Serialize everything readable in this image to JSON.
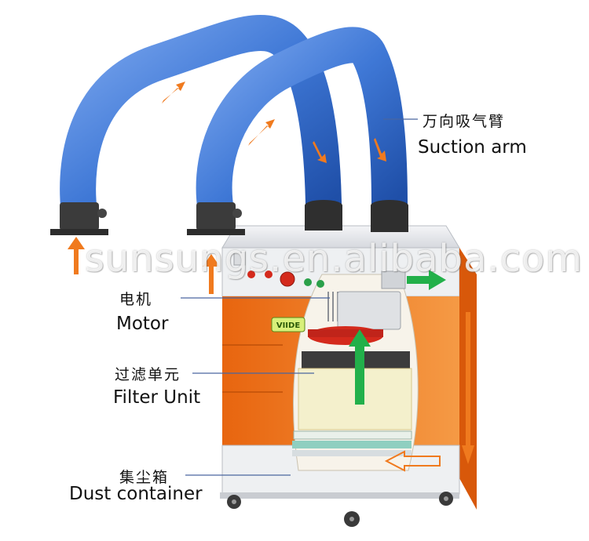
{
  "watermark": "sunsungs.en.alibaba.com",
  "labels": {
    "suction_arm_cn": "万向吸气臂",
    "suction_arm_en": "Suction arm",
    "motor_cn": "电机",
    "motor_en": "Motor",
    "filter_cn": "过滤单元",
    "filter_en": "Filter Unit",
    "dust_cn": "集尘箱",
    "dust_en": "Dust container"
  },
  "brand_badge": "VIIDE",
  "colors": {
    "arm_blue": "#3f78d6",
    "cabinet_orange": "#f07a1e",
    "cabinet_white": "#eef0f2",
    "airflow_arrow_orange": "#f07a1e",
    "clean_air_arrow_green": "#22b04a",
    "motor_red": "#d42a1c",
    "filter_cream": "#f4f0cc"
  }
}
